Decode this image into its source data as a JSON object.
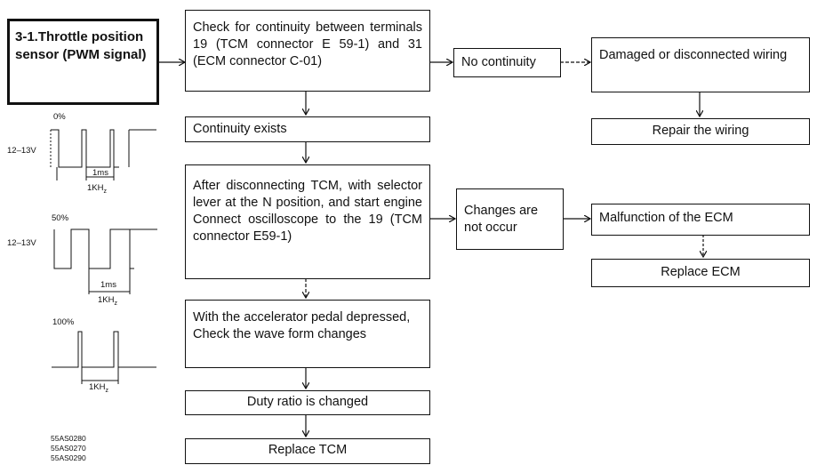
{
  "title": "3-1.Throttle position sensor (PWM signal)",
  "boxes": {
    "check_continuity": "Check for continuity between terminals 19 (TCM connector E 59-1) and 31 (ECM connector C-01)",
    "no_continuity": "No continuity",
    "damaged_wiring": "Damaged or disconnected wiring",
    "repair_wiring": "Repair the wiring",
    "continuity_exists": "Continuity exists",
    "after_disconnect": "After disconnecting TCM, with selector lever at the N position, and start engine Connect oscilloscope to the 19 (TCM connector E59-1)",
    "changes_not_occur": "Changes are not occur",
    "malfunction_ecm": "Malfunction of the ECM",
    "replace_ecm": "Replace ECM",
    "accelerator_check": "With the accelerator pedal depressed, Check the wave form changes",
    "duty_changed": "Duty ratio is changed",
    "replace_tcm": "Replace TCM"
  },
  "waveforms": [
    {
      "duty": "0%",
      "voltage": "12–13V",
      "period": "1ms",
      "freq": "1KH",
      "freq_sub": "z"
    },
    {
      "duty": "50%",
      "voltage": "12–13V",
      "period": "1ms",
      "freq": "1KH",
      "freq_sub": "z"
    },
    {
      "duty": "100%",
      "freq": "1KH",
      "freq_sub": "z"
    }
  ],
  "figure_codes": [
    "55AS0280",
    "55AS0270",
    "55AS0290"
  ]
}
